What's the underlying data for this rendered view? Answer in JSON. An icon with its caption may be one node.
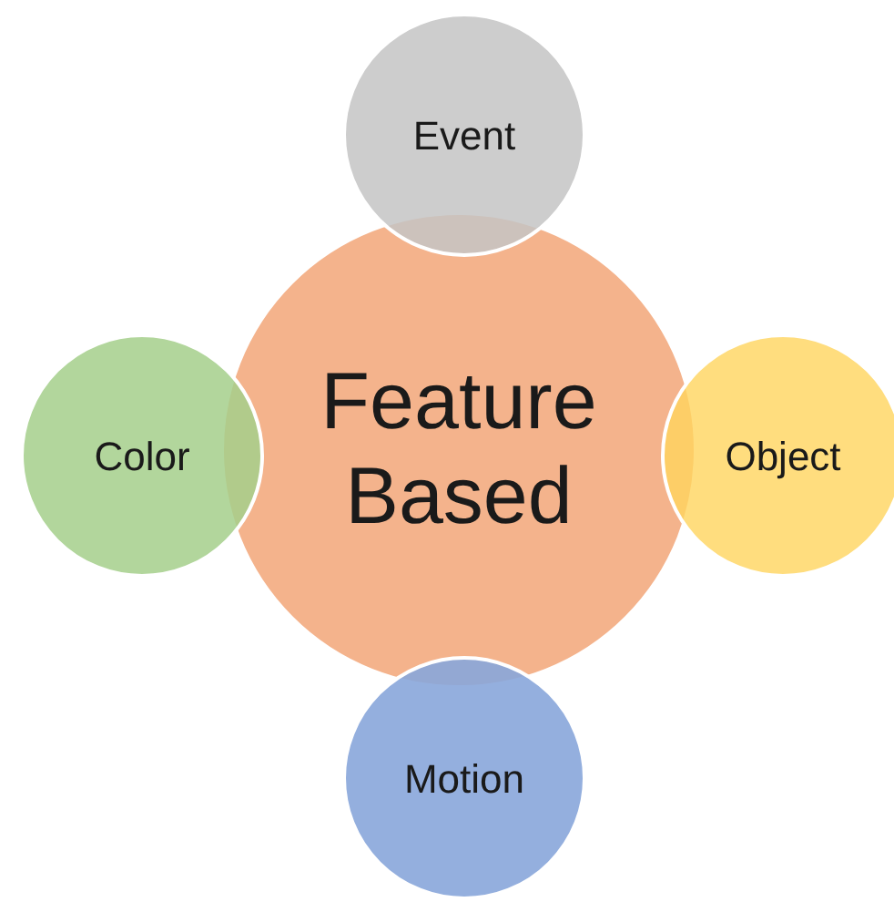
{
  "diagram": {
    "nodes": [
      {
        "text": [
          "Feature Based"
        ]
      },
      {
        "text": [
          "Event"
        ]
      },
      {
        "text": [
          "Color"
        ]
      },
      {
        "text": [
          "Object"
        ]
      },
      {
        "text": [
          "Motion"
        ]
      }
    ]
  }
}
